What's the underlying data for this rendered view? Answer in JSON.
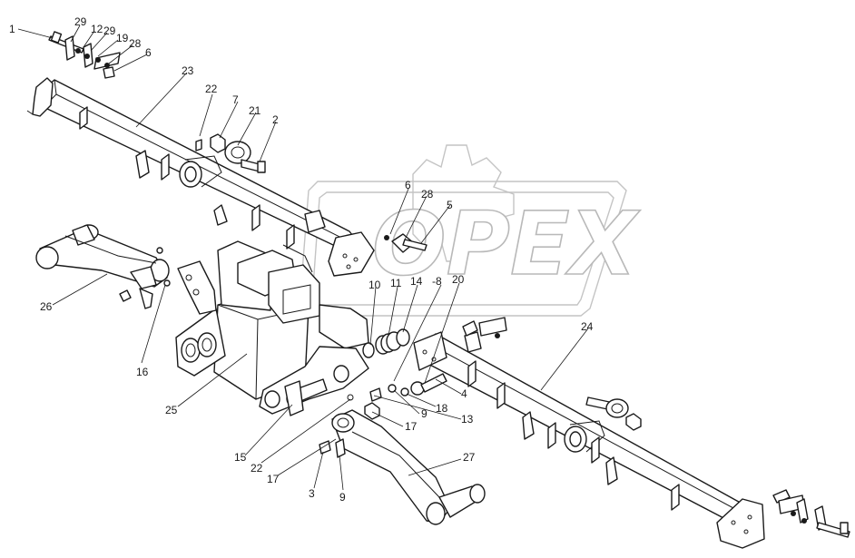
{
  "watermark": {
    "text": "OPEX"
  },
  "callouts": [
    {
      "id": "c1",
      "label": "1"
    },
    {
      "id": "c29a",
      "label": "29"
    },
    {
      "id": "c12",
      "label": "12"
    },
    {
      "id": "c29b",
      "label": "29"
    },
    {
      "id": "c19",
      "label": "19"
    },
    {
      "id": "c28a",
      "label": "28"
    },
    {
      "id": "c6a",
      "label": "6"
    },
    {
      "id": "c23",
      "label": "23"
    },
    {
      "id": "c22a",
      "label": "22"
    },
    {
      "id": "c7",
      "label": "7"
    },
    {
      "id": "c21",
      "label": "21"
    },
    {
      "id": "c2",
      "label": "2"
    },
    {
      "id": "c6b",
      "label": "6"
    },
    {
      "id": "c28b",
      "label": "28"
    },
    {
      "id": "c5",
      "label": "5"
    },
    {
      "id": "c10",
      "label": "10"
    },
    {
      "id": "c11",
      "label": "11"
    },
    {
      "id": "c14",
      "label": "14"
    },
    {
      "id": "c8",
      "label": "-8"
    },
    {
      "id": "c20",
      "label": "20"
    },
    {
      "id": "c24",
      "label": "24"
    },
    {
      "id": "c26",
      "label": "26"
    },
    {
      "id": "c16",
      "label": "16"
    },
    {
      "id": "c25",
      "label": "25"
    },
    {
      "id": "c4",
      "label": "4"
    },
    {
      "id": "c18",
      "label": "18"
    },
    {
      "id": "c9a",
      "label": "9"
    },
    {
      "id": "c13",
      "label": "13"
    },
    {
      "id": "c17a",
      "label": "17"
    },
    {
      "id": "c27",
      "label": "27"
    },
    {
      "id": "c15",
      "label": "15"
    },
    {
      "id": "c22b",
      "label": "22"
    },
    {
      "id": "c17b",
      "label": "17"
    },
    {
      "id": "c3",
      "label": "3"
    },
    {
      "id": "c9b",
      "label": "9"
    }
  ]
}
